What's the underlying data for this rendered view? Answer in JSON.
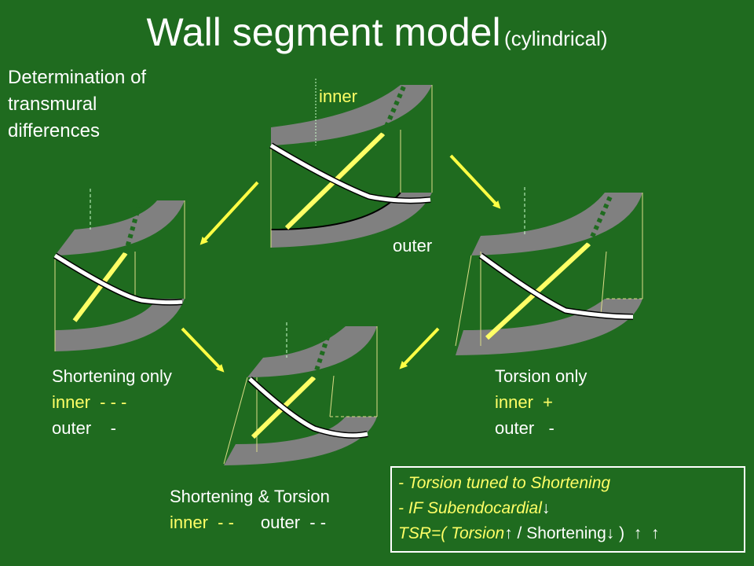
{
  "title": {
    "main": "Wall segment model",
    "sub": "(cylindrical)"
  },
  "intro": [
    "Determination of",
    "transmural",
    "differences"
  ],
  "center_labels": {
    "inner": "inner",
    "outer": "outer"
  },
  "shortening_only": {
    "title": "Shortening only",
    "inner": "inner  - - -",
    "outer": "outer    -"
  },
  "torsion_only": {
    "title": "Torsion only",
    "inner": "inner  +",
    "outer": "outer   -"
  },
  "both": {
    "title": "Shortening & Torsion",
    "inner": "inner  - -",
    "outer": "outer  - -"
  },
  "note": {
    "line1": "- Torsion tuned to Shortening",
    "line2_prefix": "- IF Subendocardial",
    "line2_arrow": "↓",
    "line3_a": "TSR=( Torsion",
    "line3_arrow1": "↑",
    "line3_b": " / Shortening",
    "line3_arrow2": "↓",
    "line3_c": " )  ↑  ↑"
  },
  "colors": {
    "background": "#1f6b1f",
    "wall": "#808080",
    "fiber_inner": "#ffff66",
    "fiber_outer": "#ffffff",
    "arrow": "#ffff44"
  }
}
